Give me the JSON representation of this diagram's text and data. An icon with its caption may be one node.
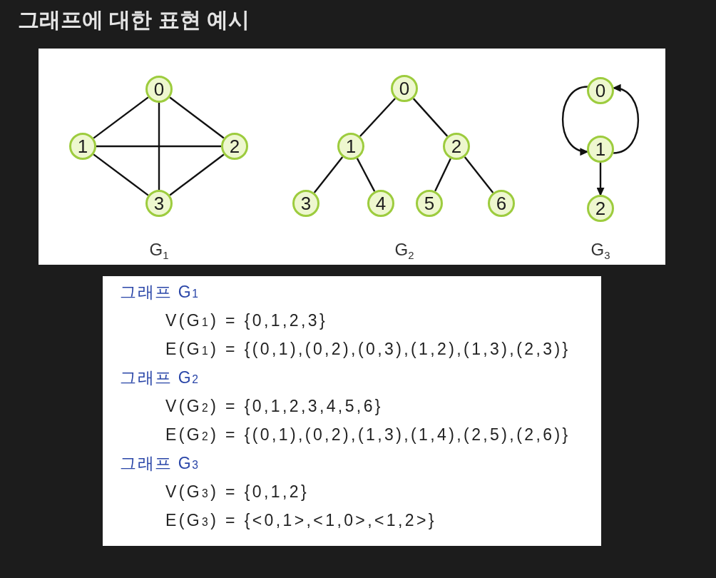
{
  "diagram": {
    "title": "그래프에 대한 표현 예시",
    "nodes": [
      {
        "text": [
          "G$_{1}$",
          "G$_{2}$",
          "G$_{3}$"
        ]
      },
      {
        "text": [
          "0"
        ],
        "in": 0
      },
      {
        "text": [
          "1"
        ],
        "in": 0
      },
      {
        "text": [
          "2"
        ],
        "in": 0
      },
      {
        "text": [
          "3"
        ],
        "in": 0
      },
      {
        "text": [
          "0"
        ],
        "in": 0
      },
      {
        "text": [
          "1"
        ],
        "in": 0
      },
      {
        "text": [
          "2"
        ],
        "in": 0
      },
      {
        "text": [
          "3"
        ],
        "in": 0
      },
      {
        "text": [
          "4"
        ],
        "in": 0
      },
      {
        "text": [
          "5"
        ],
        "in": 0
      },
      {
        "text": [
          "6"
        ],
        "in": 0
      },
      {
        "text": [
          "0"
        ],
        "in": 0
      },
      {
        "text": [
          "1"
        ],
        "in": 0
      },
      {
        "text": [
          "2"
        ],
        "in": 0
      },
      {
        "text": [
          "그래프 G$_{1}$",
          "V(G$_{1}$) = {0,1,2,3}",
          "E(G$_{1}$) = {(0,1),(0,2),(0,3),(1,2),(1,3),(2,3)}",
          "그래프 G$_{2}$",
          "V(G$_{2}$) = {0,1,2,3,4,5,6}",
          "E(G$_{2}$) = {(0,1),(0,2),(1,3),(1,4),(2,5),(2,6)}",
          "그래프 G$_{3}$",
          "V(G$_{3}$) = {0,1,2}",
          "E(G$_{3}$) = {<0,1>,<1,0>,<1,2>}"
        ]
      }
    ],
    "edges": [
      {
        "from": 1,
        "to": 2,
        "arrow": "none"
      },
      {
        "from": 1,
        "to": 3,
        "arrow": "none"
      },
      {
        "from": 1,
        "to": 4,
        "arrow": "none"
      },
      {
        "from": 2,
        "to": 3,
        "arrow": "none"
      },
      {
        "from": 2,
        "to": 4,
        "arrow": "none"
      },
      {
        "from": 3,
        "to": 4,
        "arrow": "none"
      },
      {
        "from": 5,
        "to": 6,
        "arrow": "none"
      },
      {
        "from": 5,
        "to": 7,
        "arrow": "none"
      },
      {
        "from": 6,
        "to": 8,
        "arrow": "none"
      },
      {
        "from": 6,
        "to": 9,
        "arrow": "none"
      },
      {
        "from": 7,
        "to": 10,
        "arrow": "none"
      },
      {
        "from": 7,
        "to": 11,
        "arrow": "none"
      },
      {
        "from": 12,
        "to": 13,
        "arrow": "to"
      },
      {
        "from": 13,
        "to": 12,
        "arrow": "to"
      },
      {
        "from": 13,
        "to": 14,
        "arrow": "to"
      }
    ]
  }
}
